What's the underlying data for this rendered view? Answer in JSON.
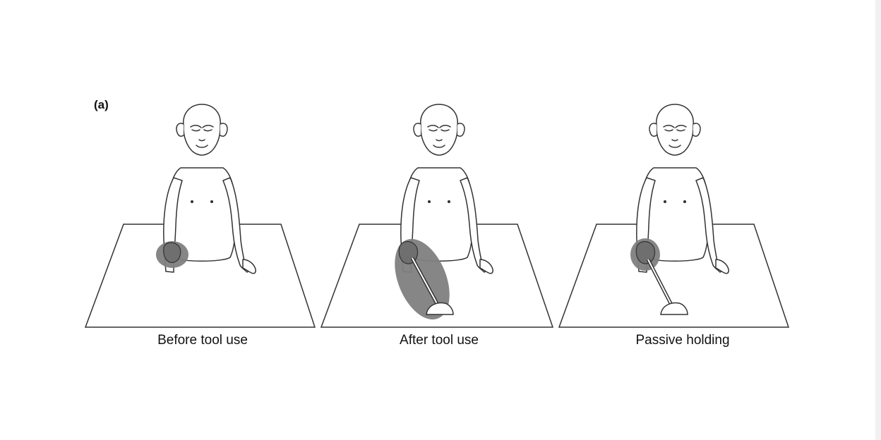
{
  "figure": {
    "panel_label": "(a)",
    "panels": [
      {
        "caption": "Before tool use",
        "receptive_field": "hand only"
      },
      {
        "caption": "After tool use",
        "receptive_field": "hand and tool"
      },
      {
        "caption": "Passive holding",
        "receptive_field": "hand only"
      }
    ],
    "colors": {
      "line": "#333333",
      "receptive_field_fill": "#808080",
      "background": "#ffffff"
    }
  }
}
